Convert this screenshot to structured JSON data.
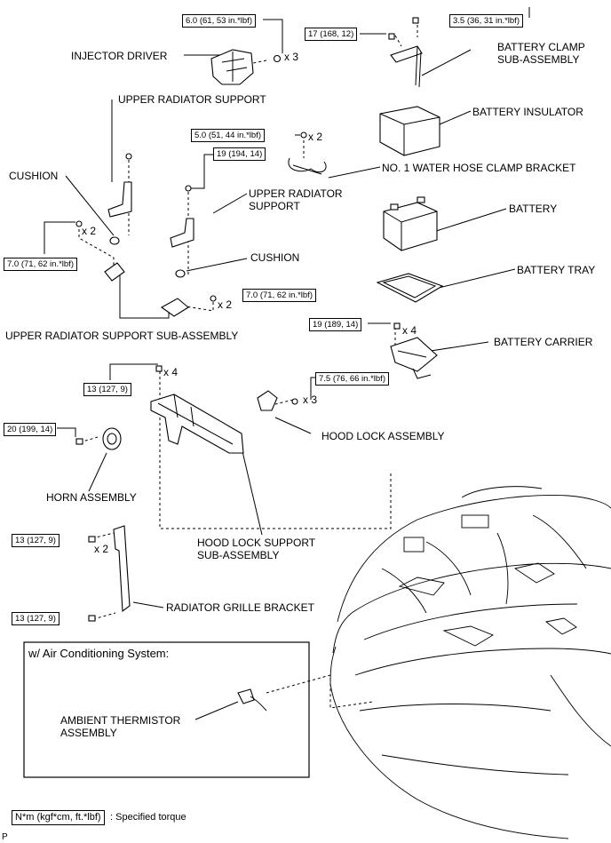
{
  "labels": {
    "injector_driver": "INJECTOR DRIVER",
    "upper_radiator_support": "UPPER RADIATOR SUPPORT",
    "cushion_left": "CUSHION",
    "upper_radiator_support_right_1": "UPPER RADIATOR",
    "upper_radiator_support_right_2": "SUPPORT",
    "cushion_right": "CUSHION",
    "upper_radiator_support_sub_assembly": "UPPER RADIATOR SUPPORT SUB-ASSEMBLY",
    "battery_clamp_1": "BATTERY CLAMP",
    "battery_clamp_2": "SUB-ASSEMBLY",
    "battery_insulator": "BATTERY INSULATOR",
    "water_hose_clamp_bracket": "NO. 1 WATER HOSE CLAMP BRACKET",
    "battery": "BATTERY",
    "battery_tray": "BATTERY TRAY",
    "battery_carrier": "BATTERY CARRIER",
    "hood_lock_assembly": "HOOD LOCK ASSEMBLY",
    "horn_assembly": "HORN ASSEMBLY",
    "hood_lock_support_1": "HOOD LOCK SUPPORT",
    "hood_lock_support_2": "SUB-ASSEMBLY",
    "radiator_grille_bracket": "RADIATOR GRILLE BRACKET",
    "ac_system_title": "w/ Air Conditioning System:",
    "ambient_thermistor_1": "AMBIENT THERMISTOR",
    "ambient_thermistor_2": "ASSEMBLY"
  },
  "torques": {
    "injector_driver": "6.0 (61, 53 in.*lbf)",
    "water_hose_bracket": "5.0 (51, 44 in.*lbf)",
    "upper_support": "19 (194, 14)",
    "cushion_left_bolt": "7.0 (71, 62 in.*lbf)",
    "cushion_right_bolt": "7.0 (71, 62 in.*lbf)",
    "battery_clamp_left": "17 (168, 12)",
    "battery_clamp_right": "3.5 (36, 31 in.*lbf)",
    "battery_carrier": "19 (189, 14)",
    "hood_lock_support": "13 (127, 9)",
    "hood_lock": "7.5 (76, 66 in.*lbf)",
    "horn": "20 (199, 14)",
    "grille_bracket_top": "13 (127, 9)",
    "grille_bracket_bottom": "13 (127, 9)"
  },
  "quantities": {
    "injector_driver": "x 3",
    "water_hose_bracket": "x 2",
    "cushion_left_bolt": "x 2",
    "cushion_right_bolt": "x 2",
    "battery_carrier": "x 4",
    "hood_lock_support": "x 4",
    "hood_lock": "x 3",
    "grille_bracket": "x 2"
  },
  "legend": {
    "unit": "N*m (kgf*cm, ft.*lbf)",
    "text": ": Specified torque"
  },
  "corner_mark": "P"
}
